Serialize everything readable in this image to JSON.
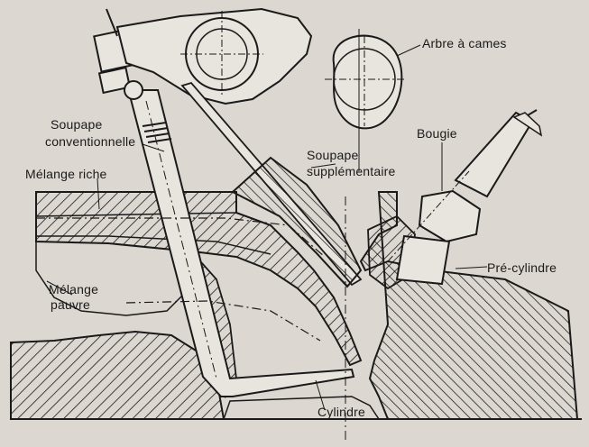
{
  "labels": {
    "camshaft": "Arbre à cames",
    "spark_plug": "Bougie",
    "conventional_valve_line1": "Soupape",
    "conventional_valve_line2": "conventionnelle",
    "extra_valve_line1": "Soupape",
    "extra_valve_line2": "supplémentaire",
    "rich_mixture": "Mélange riche",
    "lean_mixture_line1": "Mélange",
    "lean_mixture_line2": "pauvre",
    "pre_cylinder": "Pré-cylindre",
    "cylinder": "Cylindre"
  },
  "colors": {
    "background": "#dcd7d0",
    "ink": "#1a1a1a"
  }
}
